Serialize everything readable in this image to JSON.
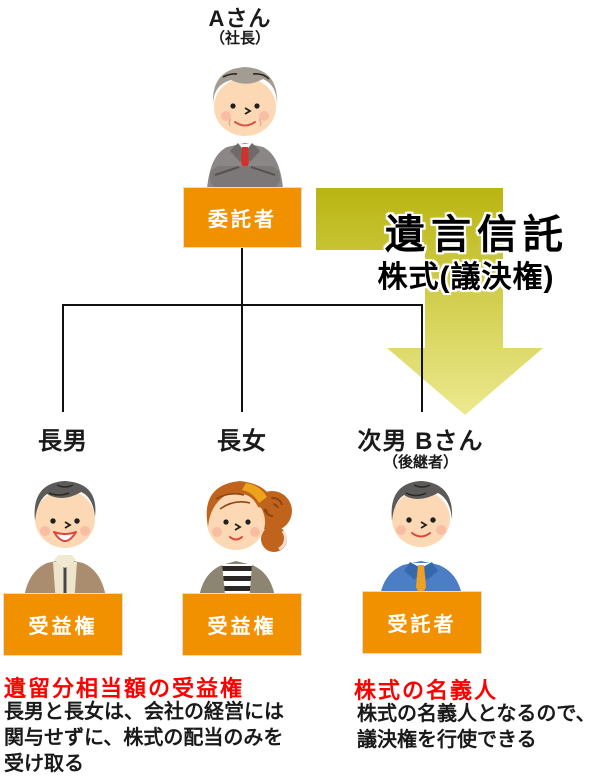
{
  "colors": {
    "box_orange": "#f29100",
    "accent_red": "#ff0000",
    "arrow_gradient_top": "#b9b511",
    "arrow_gradient_bottom": "#ece98f"
  },
  "trustor": {
    "name": "Aさん",
    "role": "（社長）",
    "box_label": "委託者",
    "illustration": "elderly-president-arms-crossed"
  },
  "arrow": {
    "title": "遺言信託",
    "subtitle": "株式(議決権)"
  },
  "children": [
    {
      "name": "長男",
      "box_label": "受益権",
      "illustration": "young-man-brown-jacket"
    },
    {
      "name": "長女",
      "box_label": "受益権",
      "illustration": "young-woman-orange-hair"
    },
    {
      "name": "次男 Bさん",
      "sub_label": "（後継者）",
      "box_label": "受託者",
      "illustration": "young-man-blue-suit"
    }
  ],
  "notes": {
    "left": {
      "title": "遺留分相当額の受益権",
      "lines": [
        "長男と長女は、会社の経営には",
        "関与せずに、株式の配当のみを",
        "受け取る"
      ]
    },
    "right": {
      "title": "株式の名義人",
      "lines": [
        "株式の名義人となるので、",
        "議決権を行使できる"
      ]
    }
  }
}
